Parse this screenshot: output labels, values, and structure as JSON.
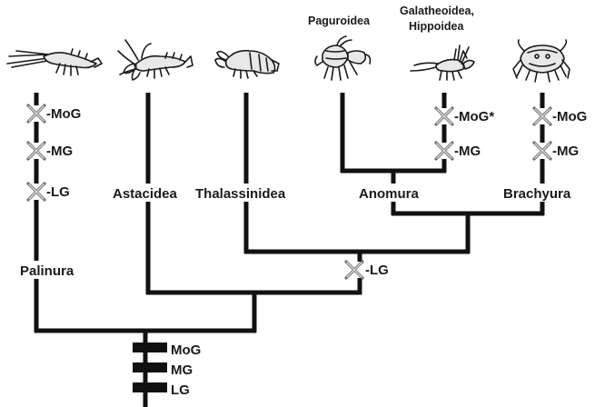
{
  "taxa": {
    "palinura": "Palinura",
    "astacidea": "Astacidea",
    "thalassinidea": "Thalassinidea",
    "anomura": "Anomura",
    "brachyura": "Brachyura",
    "paguroidea": "Paguroidea",
    "galatheoidea_line1": "Galatheoidea,",
    "galatheoidea_line2": "Hippoidea"
  },
  "losses": {
    "palinura_mog": "-MoG",
    "palinura_mg": "-MG",
    "palinura_lg": "-LG",
    "galatheoidea_mog": "-MoG*",
    "galatheoidea_mg": "-MG",
    "brachyura_mog": "-MoG",
    "brachyura_mg": "-MG",
    "internal_lg": "-LG"
  },
  "gains": {
    "mog": "MoG",
    "mg": "MG",
    "lg": "LG"
  },
  "icons": [
    "lobster-icon",
    "crayfish-icon",
    "mud-shrimp-icon",
    "hermit-crab-icon",
    "squat-lobster-icon",
    "crab-icon"
  ],
  "colors": {
    "branch": "#111111",
    "loss_mark": "#6f6f6f"
  }
}
